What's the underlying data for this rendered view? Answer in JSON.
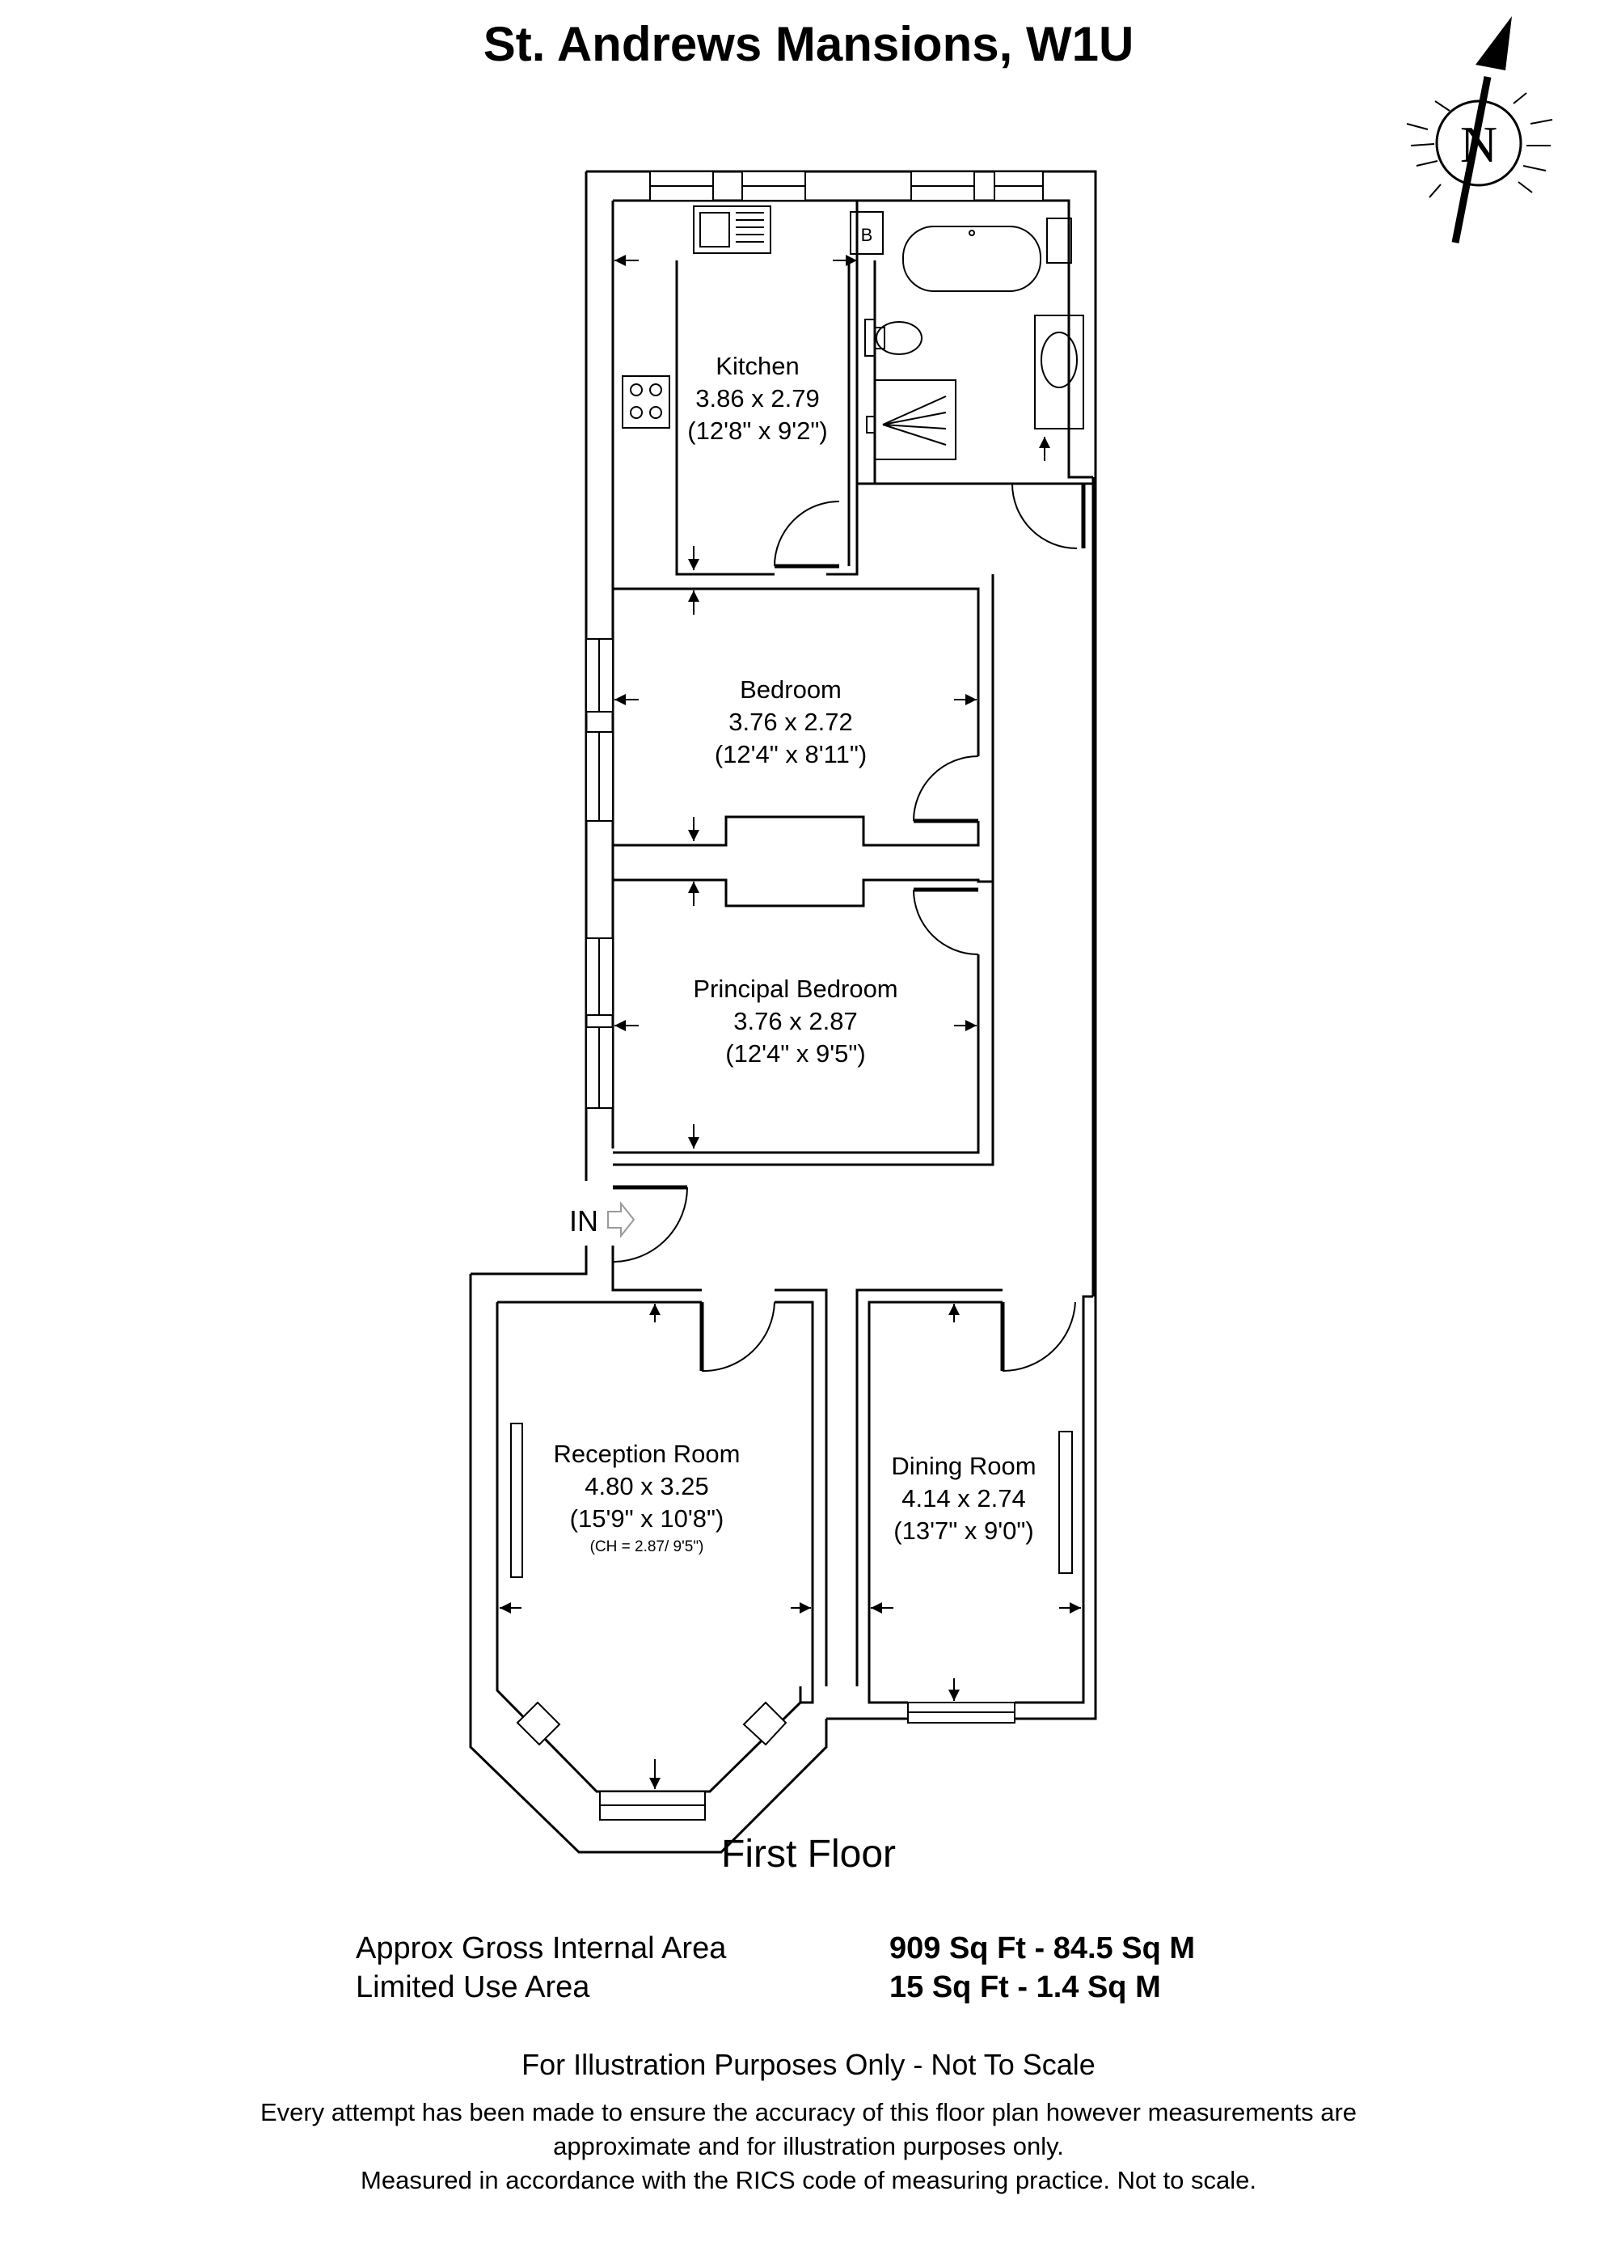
{
  "title": "St. Andrews Mansions, W1U",
  "compass": {
    "label": "N",
    "icon": "north-arrow-compass"
  },
  "rooms": {
    "kitchen": {
      "name": "Kitchen",
      "metric": "3.86 x 2.79",
      "imperial": "(12'8\" x 9'2\")"
    },
    "bedroom": {
      "name": "Bedroom",
      "metric": "3.76 x 2.72",
      "imperial": "(12'4\" x 8'11\")"
    },
    "principal_bedroom": {
      "name": "Principal Bedroom",
      "metric": "3.76 x 2.87",
      "imperial": "(12'4\" x 9'5\")"
    },
    "reception_room": {
      "name": "Reception Room",
      "metric": "4.80 x 3.25",
      "imperial": "(15'9\" x 10'8\")",
      "note": "(CH = 2.87/ 9'5\")"
    },
    "dining_room": {
      "name": "Dining Room",
      "metric": "4.14 x 2.74",
      "imperial": "(13'7\" x 9'0\")"
    }
  },
  "fixtures": {
    "boiler_label": "B"
  },
  "entrance_label": "IN",
  "floor_label": "First Floor",
  "areas": [
    {
      "label": "Approx Gross Internal Area",
      "value": "909 Sq Ft - 84.5 Sq M"
    },
    {
      "label": "Limited Use Area",
      "value": "15 Sq Ft - 1.4 Sq M"
    }
  ],
  "disclaimer": {
    "headline": "For Illustration Purposes Only - Not To Scale",
    "line1": "Every attempt has been made to ensure the accuracy of this floor plan however measurements are",
    "line2": "approximate and for illustration purposes only.",
    "line3": "Measured in accordance with the RICS code of measuring practice. Not to scale."
  }
}
